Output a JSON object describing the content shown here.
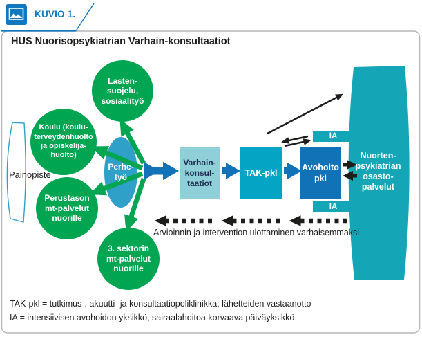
{
  "header": {
    "kuvio_label": "KUVIO 1.",
    "title": "HUS Nuorisopsykiatrian Varhain-konsultaatiot"
  },
  "nodes": {
    "lastensuojelu": {
      "label": "Lasten-\nsuojelu,\nsosiaalityö"
    },
    "koulu": {
      "label": "Koulu (koulu-\nterveydenhuolto\nja opiskelija-\nhuolto)"
    },
    "perustaso": {
      "label": "Perustason\nmt-palvelut\nnuorille"
    },
    "sektori3": {
      "label": "3. sektorin\nmt-palvelut\nnuorIlle"
    },
    "perhetyo": {
      "label": "Perhe-\ntyö"
    },
    "varhain": {
      "label": "Varhain-\nkonsul-\ntaatiot"
    },
    "tak": {
      "label": "TAK-pkl"
    },
    "avohoito": {
      "label": "Avohoito\npkl"
    },
    "osasto": {
      "label": "Nuorten-\npsykiatrian\nosasto-\npalvelut"
    },
    "ia_label": "IA",
    "painopiste": "Painopiste"
  },
  "caption": "Arvioinnin ja intervention ulottaminen varhaisemmaksi",
  "footnotes": {
    "tak": "TAK-pkl = tutkimus-, akuutti- ja konsultaatiopoliklinikka; lähetteiden vastaanotto",
    "ia": "IA = intensiivisen avohoidon yksikkö, sairaalahoitoa korvaava päiväyksikkö"
  },
  "colors": {
    "green": "#00A551",
    "ellipse_blue": "#2FA0C8",
    "light_teal_box": "#8ECFD8",
    "mid_teal_box": "#04A4C4",
    "dark_blue_box": "#1272B8",
    "teal_shape": "#14A6B6",
    "header_blue": "#1177BE",
    "arrow_black": "#1D1D1B",
    "box_text_dark": "#1C2E4F"
  }
}
